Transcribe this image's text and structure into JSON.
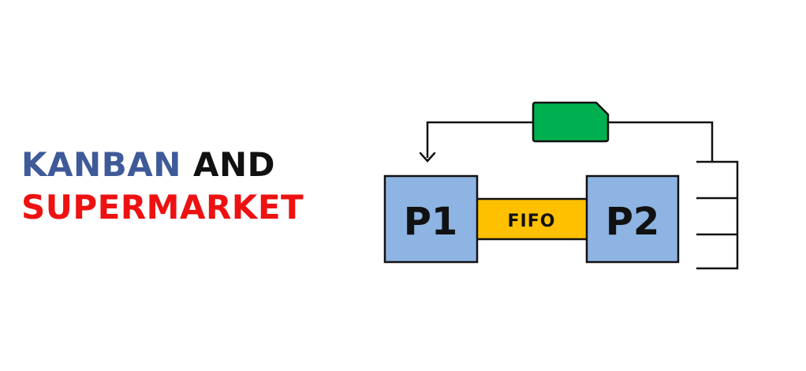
{
  "title": {
    "word1": "KANBAN",
    "word2": "AND",
    "word3": "SUPERMARKET"
  },
  "diagram": {
    "process_1": "P1",
    "process_2": "P2",
    "fifo_lane": "FIFO"
  },
  "colors": {
    "kanban_text": "#3f5a99",
    "and_text": "#111111",
    "supermarket_text": "#ee1111",
    "process_fill": "#8db4e2",
    "fifo_fill": "#ffc000",
    "kanban_card_fill": "#00b050",
    "stroke": "#111111"
  }
}
